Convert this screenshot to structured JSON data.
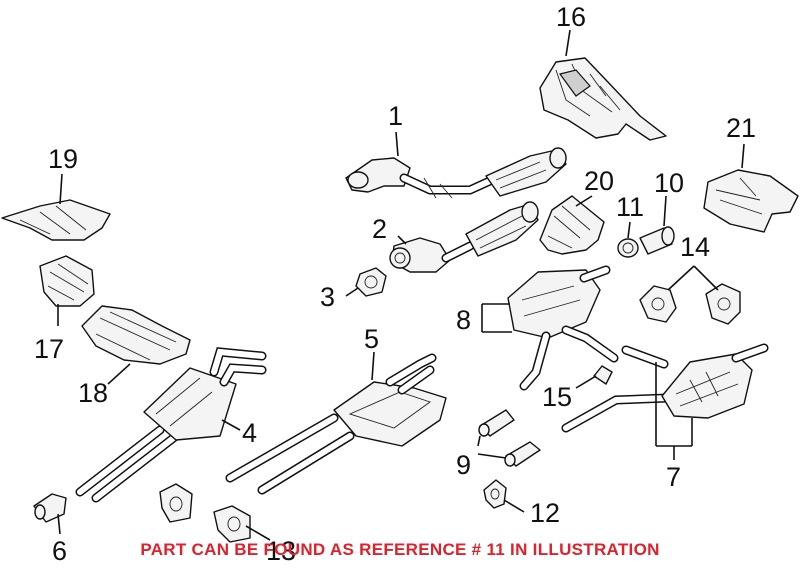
{
  "footer": {
    "note": "PART CAN BE FOUND AS REFERENCE # 11 IN ILLUSTRATION",
    "note_color": "#e0202a"
  },
  "callouts": [
    {
      "id": "c1",
      "label": "1"
    },
    {
      "id": "c2",
      "label": "2"
    },
    {
      "id": "c3",
      "label": "3"
    },
    {
      "id": "c4",
      "label": "4"
    },
    {
      "id": "c5",
      "label": "5"
    },
    {
      "id": "c6",
      "label": "6"
    },
    {
      "id": "c7",
      "label": "7"
    },
    {
      "id": "c8",
      "label": "8"
    },
    {
      "id": "c9",
      "label": "9"
    },
    {
      "id": "c10",
      "label": "10"
    },
    {
      "id": "c11",
      "label": "11"
    },
    {
      "id": "c12",
      "label": "12"
    },
    {
      "id": "c13",
      "label": "13"
    },
    {
      "id": "c14",
      "label": "14"
    },
    {
      "id": "c15",
      "label": "15"
    },
    {
      "id": "c16",
      "label": "16"
    },
    {
      "id": "c17",
      "label": "17"
    },
    {
      "id": "c18",
      "label": "18"
    },
    {
      "id": "c19",
      "label": "19"
    },
    {
      "id": "c20",
      "label": "20"
    },
    {
      "id": "c21",
      "label": "21"
    }
  ]
}
